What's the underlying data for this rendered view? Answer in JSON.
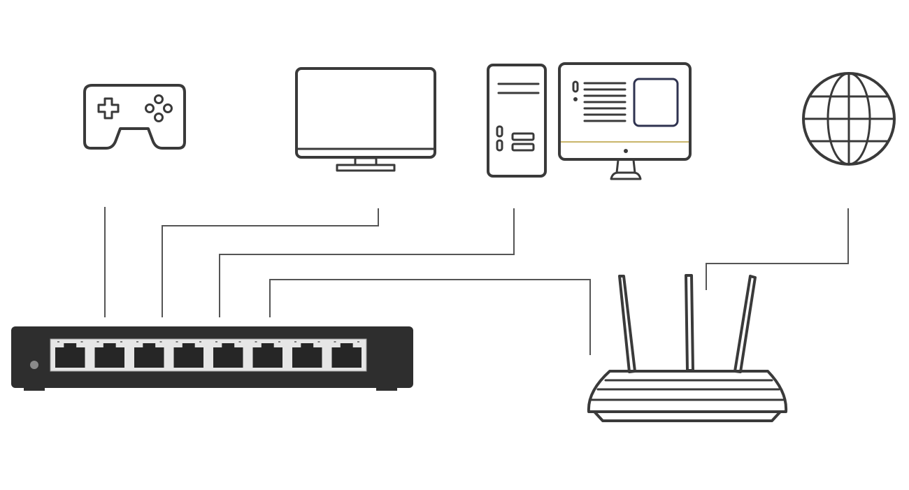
{
  "colors": {
    "background": "#ffffff",
    "icon_stroke": "#3a3a3a",
    "cable": "#555555",
    "switch_body": "#2e2e2e",
    "port_panel": "#e6e6e6",
    "port": "#262626",
    "monitor_divider": "#c9b56a",
    "accent_window": "#2f3350"
  },
  "devices": [
    {
      "id": "game-controller",
      "icon": "gamepad-icon"
    },
    {
      "id": "television",
      "icon": "tv-icon"
    },
    {
      "id": "desktop-computer",
      "icon": "desktop-pc-icon"
    },
    {
      "id": "internet",
      "icon": "globe-icon"
    },
    {
      "id": "network-switch",
      "icon": "switch-icon",
      "ports": 8
    },
    {
      "id": "router",
      "icon": "router-icon",
      "antennas": 3
    }
  ],
  "connections": [
    {
      "from": "game-controller",
      "to": "network-switch"
    },
    {
      "from": "television",
      "to": "network-switch"
    },
    {
      "from": "desktop-computer",
      "to": "network-switch"
    },
    {
      "from": "router",
      "to": "network-switch"
    },
    {
      "from": "internet",
      "to": "router"
    }
  ]
}
